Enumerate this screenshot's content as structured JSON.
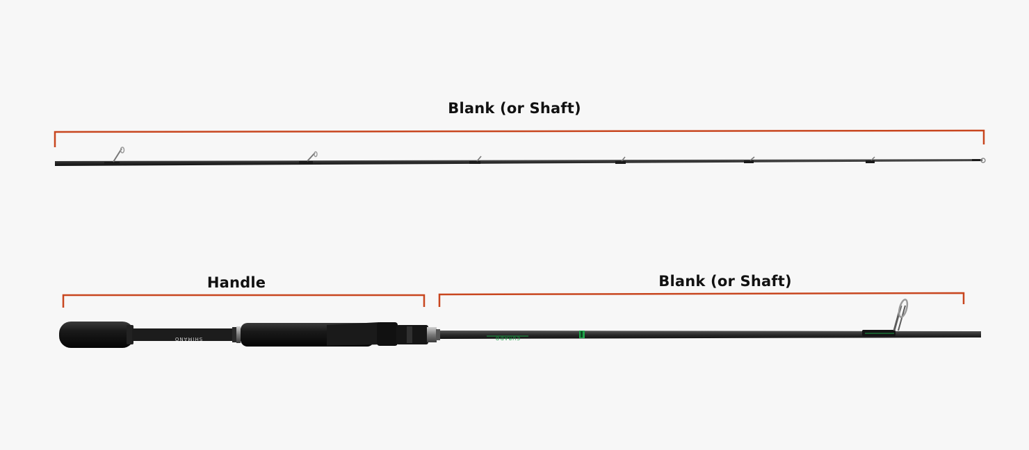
{
  "labels": {
    "top_blank": "Blank (or Shaft)",
    "handle": "Handle",
    "bottom_blank": "Blank (or Shaft)"
  },
  "rod_markings": {
    "brand": "SHIMANO",
    "model": "CURADO"
  },
  "colors": {
    "background": "#f7f7f7",
    "bracket": "#c8461f",
    "label_text": "#111111",
    "rod": "#2a2a2a",
    "grip": "#141414",
    "accent": "#1fa34a"
  },
  "icons": {
    "rod_top": "fishing-rod-blank-icon",
    "rod_bottom": "fishing-rod-full-icon"
  }
}
